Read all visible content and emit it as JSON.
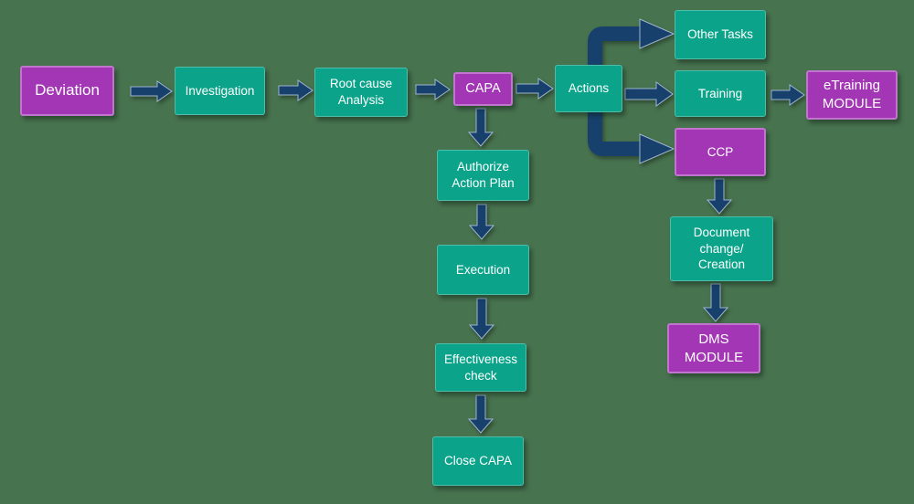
{
  "colors": {
    "background": "#48734F",
    "teal": "#0BA48A",
    "purple": "#A336B5",
    "arrow": "#17406D",
    "label_text": "#FFFFFF"
  },
  "nodes": {
    "deviation": {
      "label": "Deviation"
    },
    "investigation": {
      "label": "Investigation"
    },
    "root_cause": {
      "label": "Root cause\nAnalysis"
    },
    "capa": {
      "label": "CAPA"
    },
    "actions": {
      "label": "Actions"
    },
    "other_tasks": {
      "label": "Other Tasks"
    },
    "training": {
      "label": "Training"
    },
    "etraining_module": {
      "label": "eTraining\nMODULE"
    },
    "ccp": {
      "label": "CCP"
    },
    "document_change": {
      "label": "Document\nchange/\nCreation"
    },
    "dms_module": {
      "label": "DMS\nMODULE"
    },
    "authorize_action_plan": {
      "label": "Authorize\nAction Plan"
    },
    "execution": {
      "label": "Execution"
    },
    "effectiveness_check": {
      "label": "Effectiveness\ncheck"
    },
    "close_capa": {
      "label": "Close CAPA"
    }
  }
}
